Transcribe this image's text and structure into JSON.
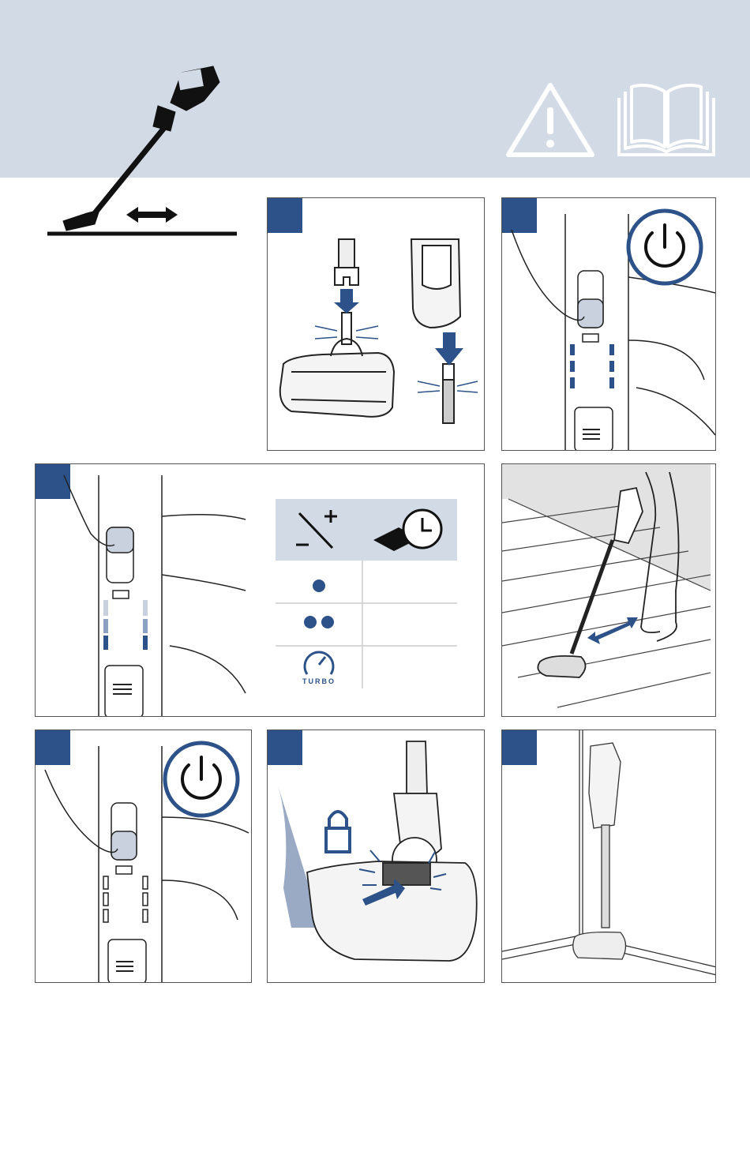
{
  "colors": {
    "header_bg": "#d2dae6",
    "accent_blue": "#2c5289",
    "step_badge": "#2c5289",
    "line": "#222222"
  },
  "icons": {
    "warning": "warning-triangle-icon",
    "manual": "open-book-icon",
    "power": "power-icon",
    "suction": "suction-level-icon",
    "runtime": "runtime-clock-icon",
    "turbo": "turbo-gauge-icon",
    "lock": "lock-icon"
  },
  "power_table": {
    "levels": [
      "level-1-dot",
      "level-2-dots",
      "turbo"
    ],
    "turbo_label": "TURBO"
  },
  "panels": [
    {
      "id": "attach-floor-nozzle"
    },
    {
      "id": "press-power-button"
    },
    {
      "id": "select-power-level"
    },
    {
      "id": "vacuum-floor"
    },
    {
      "id": "switch-off"
    },
    {
      "id": "release-nozzle"
    },
    {
      "id": "store-upright"
    }
  ]
}
